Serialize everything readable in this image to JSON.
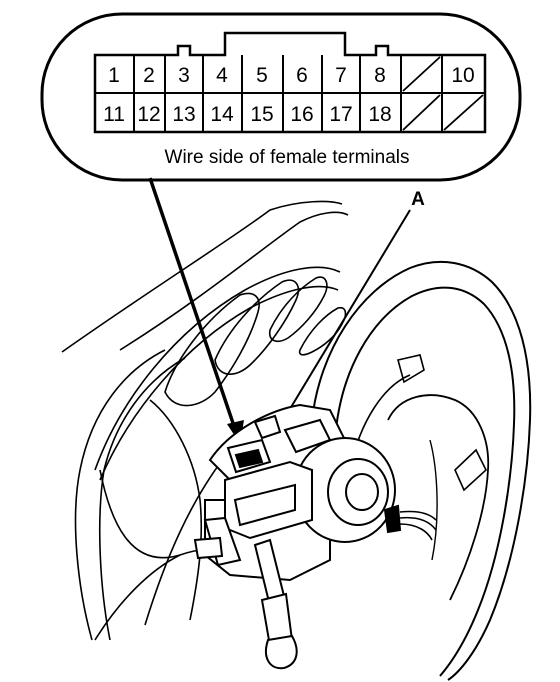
{
  "connector": {
    "row1": [
      "1",
      "2",
      "3",
      "4",
      "5",
      "6",
      "7",
      "8",
      "",
      "10"
    ],
    "row2": [
      "11",
      "12",
      "13",
      "14",
      "15",
      "16",
      "17",
      "18",
      "",
      ""
    ],
    "caption": "Wire side of female terminals"
  },
  "callout": {
    "label": "A"
  }
}
